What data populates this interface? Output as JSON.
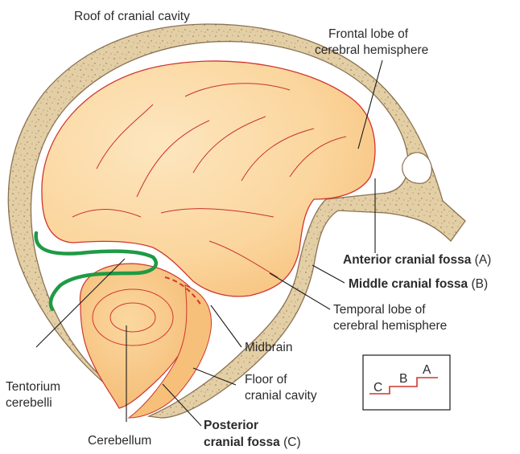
{
  "labels": {
    "roof": "Roof of cranial cavity",
    "frontal_1": "Frontal lobe of",
    "frontal_2": "cerebral hemisphere",
    "anterior_name": "Anterior cranial fossa",
    "anterior_letter": " (A)",
    "middle_name": "Middle cranial fossa",
    "middle_letter": " (B)",
    "temporal_1": "Temporal lobe of",
    "temporal_2": "cerebral hemisphere",
    "midbrain": "Midbrain",
    "floor_1": "Floor of",
    "floor_2": "cranial cavity",
    "posterior_1": "Posterior",
    "posterior_2": "cranial fossa",
    "posterior_letter": " (C)",
    "tentorium_1": "Tentorium",
    "tentorium_2": "cerebelli",
    "cerebellum": "Cerebellum"
  },
  "inset": {
    "step_c": "C",
    "step_b": "B",
    "step_a": "A"
  },
  "colors": {
    "bone": "#e3cfa6",
    "bone_edge": "#8a7253",
    "brain": "#fbd69e",
    "brain_outline": "#d2352d",
    "tentorium": "#1f9a45",
    "steps": "#d2352d"
  }
}
